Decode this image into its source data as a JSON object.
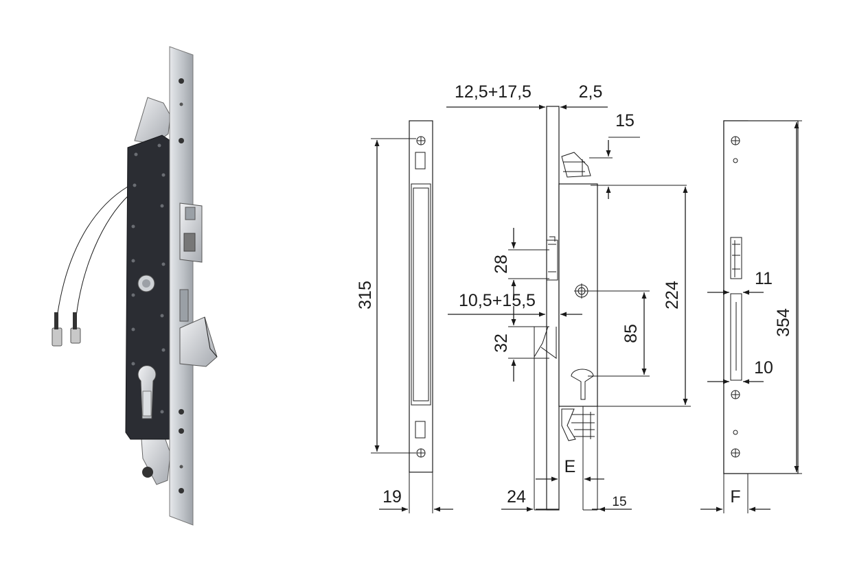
{
  "dimensions": {
    "top_offset": "12,5+17,5",
    "top_gap": "2,5",
    "hook_height": "15",
    "total_length_315": "315",
    "upper_catch": "28",
    "mid_offset": "10,5+15,5",
    "latch_height": "32",
    "spindle_to_cylinder": "85",
    "case_length": "224",
    "faceplate_length": "354",
    "strike_11": "11",
    "strike_10": "10",
    "strike_width": "19",
    "faceplate_width": "24",
    "backset_e": "E",
    "case_depth": "15",
    "strike_f": "F"
  },
  "colors": {
    "line": "#1a1a1a",
    "steel": "#c9ccd0",
    "case": "#2b2d33"
  }
}
